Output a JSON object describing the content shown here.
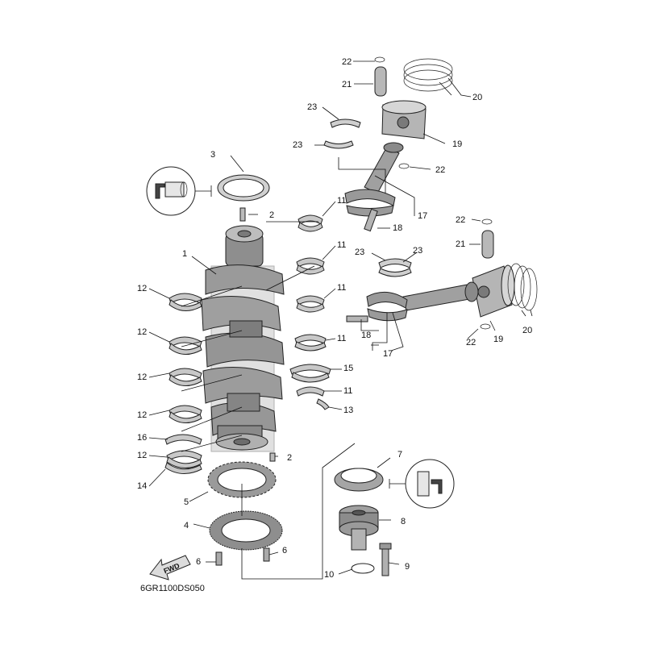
{
  "diagram": {
    "drawing_code": "6GR1100DS050",
    "fwd_label": "FWD",
    "callouts": [
      {
        "id": "c1",
        "text": "1"
      },
      {
        "id": "c2a",
        "text": "2"
      },
      {
        "id": "c2b",
        "text": "2"
      },
      {
        "id": "c3",
        "text": "3"
      },
      {
        "id": "c4",
        "text": "4"
      },
      {
        "id": "c5",
        "text": "5"
      },
      {
        "id": "c6a",
        "text": "6"
      },
      {
        "id": "c6b",
        "text": "6"
      },
      {
        "id": "c7",
        "text": "7"
      },
      {
        "id": "c8",
        "text": "8"
      },
      {
        "id": "c9",
        "text": "9"
      },
      {
        "id": "c10",
        "text": "10"
      },
      {
        "id": "c11a",
        "text": "11"
      },
      {
        "id": "c11b",
        "text": "11"
      },
      {
        "id": "c11c",
        "text": "11"
      },
      {
        "id": "c11d",
        "text": "11"
      },
      {
        "id": "c11e",
        "text": "11"
      },
      {
        "id": "c12a",
        "text": "12"
      },
      {
        "id": "c12b",
        "text": "12"
      },
      {
        "id": "c12c",
        "text": "12"
      },
      {
        "id": "c12d",
        "text": "12"
      },
      {
        "id": "c12e",
        "text": "12"
      },
      {
        "id": "c13",
        "text": "13"
      },
      {
        "id": "c14",
        "text": "14"
      },
      {
        "id": "c15",
        "text": "15"
      },
      {
        "id": "c16",
        "text": "16"
      },
      {
        "id": "c17a",
        "text": "17"
      },
      {
        "id": "c17b",
        "text": "17"
      },
      {
        "id": "c18a",
        "text": "18"
      },
      {
        "id": "c18b",
        "text": "18"
      },
      {
        "id": "c19a",
        "text": "19"
      },
      {
        "id": "c19b",
        "text": "19"
      },
      {
        "id": "c20a",
        "text": "20"
      },
      {
        "id": "c20b",
        "text": "20"
      },
      {
        "id": "c21a",
        "text": "21"
      },
      {
        "id": "c21b",
        "text": "21"
      },
      {
        "id": "c22a",
        "text": "22"
      },
      {
        "id": "c22b",
        "text": "22"
      },
      {
        "id": "c22c",
        "text": "22"
      },
      {
        "id": "c22d",
        "text": "22"
      },
      {
        "id": "c23a",
        "text": "23"
      },
      {
        "id": "c23b",
        "text": "23"
      },
      {
        "id": "c23c",
        "text": "23"
      },
      {
        "id": "c23d",
        "text": "23"
      }
    ]
  }
}
